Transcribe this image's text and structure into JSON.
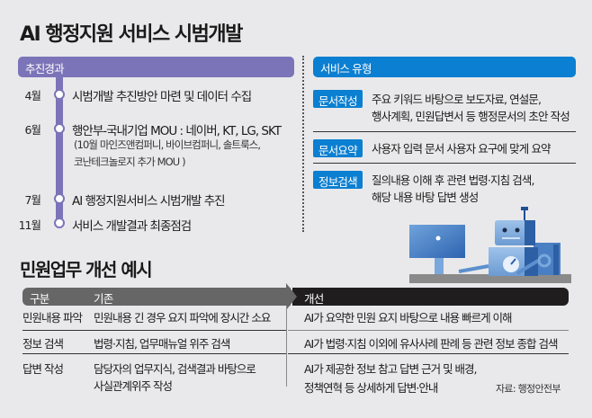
{
  "title": "AI 행정지원 서비스 시범개발",
  "timeline": {
    "header": "추진경과",
    "color": "#7b74b8",
    "items": [
      {
        "month": "4월",
        "text": "시범개발 추진방안 마련 및 데이터 수집"
      },
      {
        "month": "6월",
        "text": "행안부-국내기업 MOU : 네이버, KT, LG, SKT",
        "sub": [
          "(10월 마인즈앤컴퍼니, 바이브컴퍼니, 솔트룩스,",
          "코난테크놀로지 추가 MOU )"
        ]
      },
      {
        "month": "7월",
        "text": "AI 행정지원서비스 시범개발 추진"
      },
      {
        "month": "11월",
        "text": "서비스 개발결과 최종점검"
      }
    ]
  },
  "service_types": {
    "header": "서비스 유형",
    "color": "#0b7fd1",
    "items": [
      {
        "badge": "문서작성",
        "desc": [
          "주요 키워드 바탕으로 보도자료, 연설문,",
          "행사계획, 민원답변서 등 행정문서의 초안 작성"
        ]
      },
      {
        "badge": "문서요약",
        "desc": [
          "사용자 입력 문서 사용자 요구에 맞게 요약"
        ]
      },
      {
        "badge": "정보검색",
        "desc": [
          "질의내용 이해 후 관련 법령·지침 검색,",
          "해당 내용 바탕 답변 생성"
        ]
      }
    ]
  },
  "illustration": "robot-working-at-computer",
  "improvement": {
    "title": "민원업무 개선 예시",
    "headers": {
      "category": "구분",
      "before": "기존",
      "after": "개선"
    },
    "rows": [
      {
        "category": "민원내용 파악",
        "before": [
          "민원내용 긴 경우 요지 파악에 장시간 소요"
        ],
        "after": [
          "AI가 요약한 민원 요지 바탕으로 내용 빠르게 이해"
        ]
      },
      {
        "category": "정보 검색",
        "before": [
          "법령·지침, 업무매뉴얼 위주 검색"
        ],
        "after": [
          "AI가 법령·지침 이외에 유사사례 판례 등 관련 정보 종합 검색"
        ]
      },
      {
        "category": "답변 작성",
        "before": [
          "담당자의 업무지식, 검색결과 바탕으로",
          "사실관계위주 작성"
        ],
        "after": [
          "AI가 제공한 정보 참고 답변 근거 및 배경,",
          "정책연혁 등 상세하게 답변·안내"
        ]
      }
    ]
  },
  "source": "자료: 행정안전부"
}
